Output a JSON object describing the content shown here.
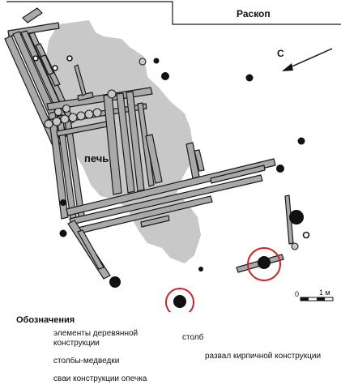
{
  "plan": {
    "excavation_label": "Раскоп",
    "oven_label": "печь",
    "north_label": "С",
    "scale": {
      "zero": "0",
      "one": "1 м"
    }
  },
  "legend": {
    "title": "Обозначения",
    "wood": "элементы деревянной конструкции",
    "post": "столб",
    "bear_posts": "столбы-медведки",
    "brick_ruin": "развал кирпичной конструкции",
    "oven_piles": "сваи конструкции опечка"
  },
  "colors": {
    "brick_ruin": "#c8c8c8",
    "highlight_ring": "#d42027",
    "wood_fill": "#a9a9a9",
    "outline": "#1a1a1a"
  }
}
